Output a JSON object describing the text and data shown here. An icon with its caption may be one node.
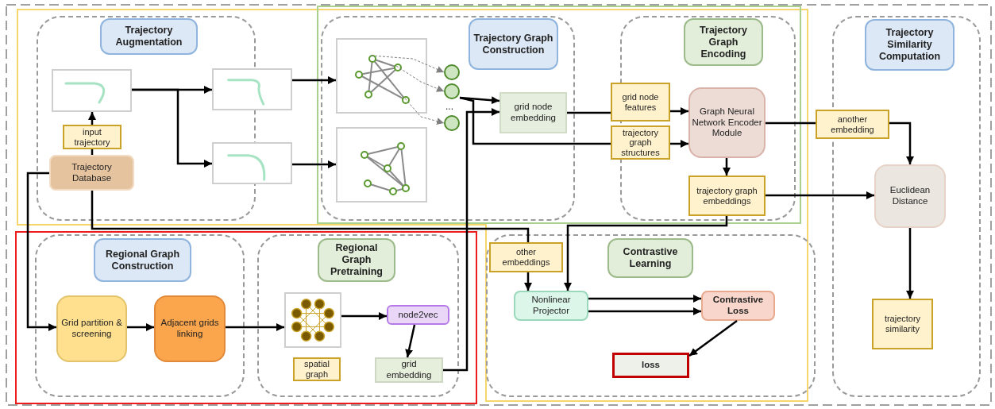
{
  "diagram": {
    "nodes": [
      {
        "text": [],
        "shape": "box"
      },
      {
        "text": [
          "Trajectory Augmentation"
        ],
        "in": 0
      },
      {
        "text": [],
        "shape": "picture",
        "in": 0
      },
      {
        "text": [
          "input trajectory"
        ],
        "in": 0
      },
      {
        "text": [
          "Trajectory Database"
        ],
        "in": 0
      },
      {
        "text": [],
        "shape": "picture"
      },
      {
        "text": [],
        "shape": "picture"
      },
      {
        "text": [],
        "shape": "box"
      },
      {
        "text": [
          "Trajectory Graph Construction"
        ],
        "in": 7
      },
      {
        "text": [],
        "shape": "picture",
        "in": 7
      },
      {
        "text": [],
        "shape": "picture",
        "in": 7
      },
      {
        "text": [],
        "shape": "circle",
        "in": 7
      },
      {
        "text": [],
        "shape": "circle",
        "in": 7
      },
      {
        "text": [],
        "shape": "circle",
        "in": 7
      },
      {
        "text": [
          "grid node embedding"
        ],
        "in": 7
      },
      {
        "text": [],
        "shape": "box"
      },
      {
        "text": [
          "Trajectory Graph Encoding"
        ],
        "in": 15
      },
      {
        "text": [
          "grid node features"
        ]
      },
      {
        "text": [
          "trajectory graph structures"
        ]
      },
      {
        "text": [
          "Graph Neural Network Encoder Module"
        ],
        "in": 15
      },
      {
        "text": [
          "trajectory graph embeddings"
        ],
        "in": 15
      },
      {
        "text": [],
        "shape": "box"
      },
      {
        "text": [
          "Trajectory Similarity Computation"
        ],
        "in": 21
      },
      {
        "text": [
          "another embedding"
        ]
      },
      {
        "text": [
          "Euclidean Distance"
        ],
        "in": 21
      },
      {
        "text": [
          "trajectory similarity"
        ],
        "in": 21
      },
      {
        "text": [],
        "shape": "box"
      },
      {
        "text": [
          "Regional Graph Construction"
        ],
        "in": 26
      },
      {
        "text": [
          "Grid partition & screening"
        ],
        "in": 26
      },
      {
        "text": [
          "Adjacent grids linking"
        ],
        "in": 26
      },
      {
        "text": [],
        "shape": "box"
      },
      {
        "text": [
          "Regional Graph Pretraining"
        ],
        "in": 30
      },
      {
        "text": [],
        "shape": "picture",
        "in": 30
      },
      {
        "text": [
          "spatial graph"
        ],
        "in": 30
      },
      {
        "text": [
          "node2vec"
        ],
        "in": 30
      },
      {
        "text": [
          "grid embedding"
        ],
        "in": 30
      },
      {
        "text": [],
        "shape": "box"
      },
      {
        "text": [
          "other embeddings"
        ],
        "in": 36
      },
      {
        "text": [
          "Contrastive Learning"
        ],
        "in": 36
      },
      {
        "text": [
          "Nonlinear Projector"
        ],
        "in": 36
      },
      {
        "text": [
          "Contrastive Loss"
        ],
        "in": 36
      },
      {
        "text": [
          "loss"
        ],
        "in": 36
      }
    ],
    "edges": [
      {
        "from": 4,
        "to": 3,
        "arrow": "none"
      },
      {
        "from": 3,
        "to": 2,
        "arrow": "to"
      },
      {
        "from": 2,
        "to": 5,
        "arrow": "to"
      },
      {
        "from": 2,
        "to": 6,
        "arrow": "to"
      },
      {
        "from": 5,
        "to": 9,
        "arrow": "to"
      },
      {
        "from": 6,
        "to": 10,
        "arrow": "to"
      },
      {
        "from": 9,
        "to": 11,
        "arrow": "to",
        "style": "dashed",
        "color": "#808080"
      },
      {
        "from": 9,
        "to": 12,
        "arrow": "to",
        "style": "dashed",
        "color": "#808080"
      },
      {
        "from": 9,
        "to": 13,
        "arrow": "to",
        "style": "dashed",
        "color": "#808080"
      },
      {
        "from": 12,
        "to": 14,
        "arrow": "to"
      },
      {
        "from": 12,
        "to": 18,
        "arrow": "none"
      },
      {
        "from": 35,
        "to": 14,
        "arrow": "to"
      },
      {
        "from": 14,
        "to": 17,
        "arrow": "none"
      },
      {
        "from": 17,
        "to": 19,
        "arrow": "to"
      },
      {
        "from": 18,
        "to": 19,
        "arrow": "to"
      },
      {
        "from": 19,
        "to": 20,
        "arrow": "to"
      },
      {
        "from": 19,
        "to": 23,
        "arrow": "none"
      },
      {
        "from": 23,
        "to": 24,
        "arrow": "to"
      },
      {
        "from": 20,
        "to": 24,
        "arrow": "to"
      },
      {
        "from": 20,
        "to": 39,
        "arrow": "to"
      },
      {
        "from": 4,
        "to": 37,
        "arrow": "none"
      },
      {
        "from": 37,
        "to": 39,
        "arrow": "to"
      },
      {
        "from": 4,
        "to": 28,
        "arrow": "to"
      },
      {
        "from": 28,
        "to": 29,
        "arrow": "to"
      },
      {
        "from": 29,
        "to": 32,
        "arrow": "to"
      },
      {
        "from": 32,
        "to": 34,
        "arrow": "to"
      },
      {
        "from": 34,
        "to": 35,
        "arrow": "to"
      },
      {
        "from": 39,
        "to": 40,
        "arrow": "to"
      },
      {
        "from": 39,
        "to": 40,
        "arrow": "to"
      },
      {
        "from": 40,
        "to": 41,
        "arrow": "to"
      },
      {
        "from": 24,
        "to": 25,
        "arrow": "to"
      }
    ],
    "labels": [
      "..."
    ]
  }
}
